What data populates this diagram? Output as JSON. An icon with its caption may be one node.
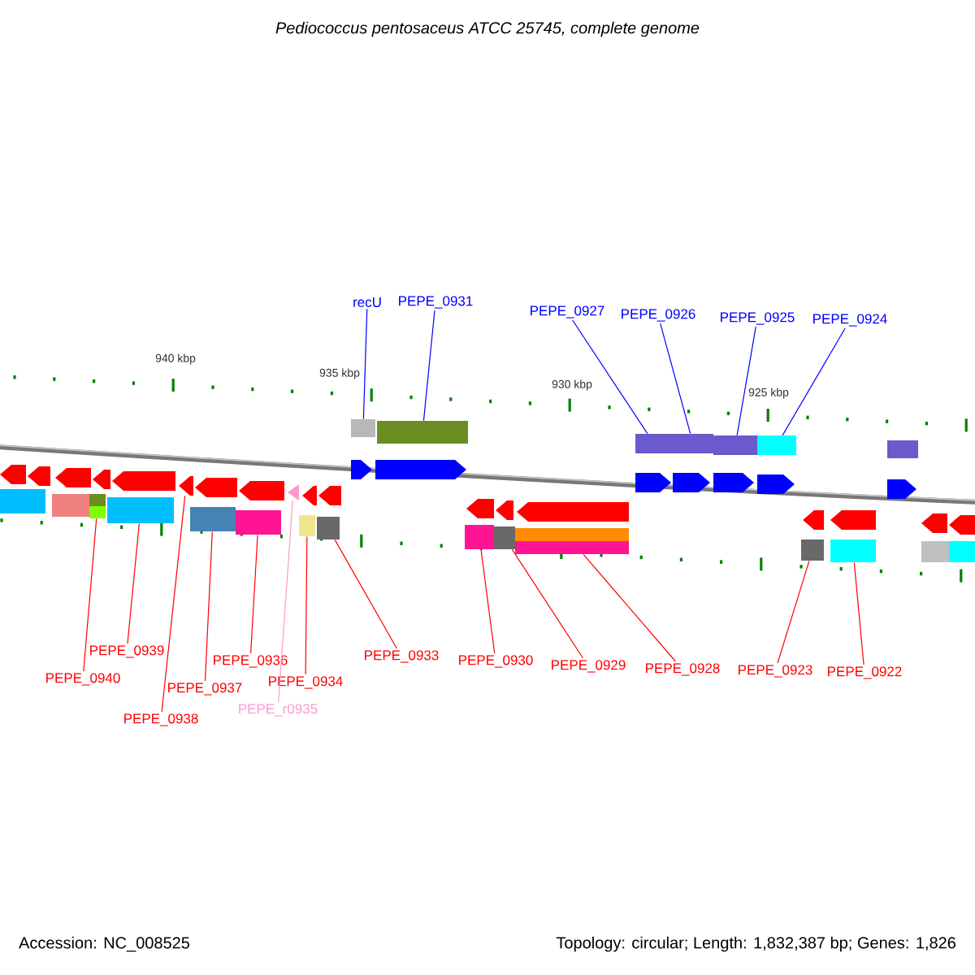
{
  "diagram": {
    "title": "Pediococcus pentosaceus ATCC 25745, complete genome",
    "nodes": [
      {
        "text": [
          "recU"
        ]
      },
      {
        "text": [
          "PEPE_0931"
        ]
      },
      {
        "text": [
          "PEPE_0927"
        ]
      },
      {
        "text": [
          "PEPE_0926"
        ]
      },
      {
        "text": [
          "PEPE_0925"
        ]
      },
      {
        "text": [
          "PEPE_0924"
        ]
      },
      {
        "text": [
          "PEPE_0940"
        ]
      },
      {
        "text": [
          "PEPE_0939"
        ]
      },
      {
        "text": [
          "PEPE_0938"
        ]
      },
      {
        "text": [
          "PEPE_0937"
        ]
      },
      {
        "text": [
          "PEPE_0936"
        ]
      },
      {
        "text": [
          "PEPE_r0935"
        ]
      },
      {
        "text": [
          "PEPE_0934"
        ]
      },
      {
        "text": [
          "PEPE_0933"
        ]
      },
      {
        "text": [
          "PEPE_0930"
        ]
      },
      {
        "text": [
          "PEPE_0929"
        ]
      },
      {
        "text": [
          "PEPE_0928"
        ]
      },
      {
        "text": [
          "PEPE_0923"
        ]
      },
      {
        "text": [
          "PEPE_0922"
        ]
      },
      {
        "text": [],
        "shape": "box"
      },
      {
        "text": [],
        "shape": "box"
      },
      {
        "text": [],
        "shape": "box"
      },
      {
        "text": [],
        "shape": "box"
      },
      {
        "text": [],
        "shape": "box"
      },
      {
        "text": [],
        "shape": "box"
      },
      {
        "text": [],
        "shape": "box"
      },
      {
        "text": [],
        "shape": "box"
      },
      {
        "text": [],
        "shape": "arrow"
      },
      {
        "text": [],
        "shape": "box"
      },
      {
        "text": [],
        "shape": "box"
      },
      {
        "text": [],
        "shape": "arrow"
      },
      {
        "text": [],
        "shape": "box"
      },
      {
        "text": [],
        "shape": "box"
      },
      {
        "text": [],
        "shape": "box"
      },
      {
        "text": [],
        "shape": "box"
      },
      {
        "text": [],
        "shape": "box"
      },
      {
        "text": [],
        "shape": "box"
      },
      {
        "text": [],
        "shape": "box"
      }
    ],
    "edges": [
      {
        "from": 0,
        "to": 19,
        "arrow": "none",
        "color": "#0000ff"
      },
      {
        "from": 1,
        "to": 20,
        "arrow": "none",
        "color": "#0000ff"
      },
      {
        "from": 2,
        "to": 21,
        "arrow": "none",
        "color": "#0000ff"
      },
      {
        "from": 3,
        "to": 22,
        "arrow": "none",
        "color": "#0000ff"
      },
      {
        "from": 4,
        "to": 23,
        "arrow": "none",
        "color": "#0000ff"
      },
      {
        "from": 5,
        "to": 24,
        "arrow": "none",
        "color": "#0000ff"
      },
      {
        "from": 6,
        "to": 25,
        "arrow": "none"
      },
      {
        "from": 7,
        "to": 26,
        "arrow": "none"
      },
      {
        "from": 8,
        "to": 27,
        "arrow": "none"
      },
      {
        "from": 9,
        "to": 28,
        "arrow": "none"
      },
      {
        "from": 10,
        "to": 29,
        "arrow": "none"
      },
      {
        "from": 11,
        "to": 30,
        "arrow": "none",
        "color": "#ff99cc"
      },
      {
        "from": 12,
        "to": 31,
        "arrow": "none"
      },
      {
        "from": 13,
        "to": 32,
        "arrow": "none"
      },
      {
        "from": 14,
        "to": 33,
        "arrow": "none"
      },
      {
        "from": 15,
        "to": 34,
        "arrow": "none"
      },
      {
        "from": 16,
        "to": 35,
        "arrow": "none"
      },
      {
        "from": 17,
        "to": 36,
        "arrow": "none"
      },
      {
        "from": 18,
        "to": 37,
        "arrow": "none"
      }
    ],
    "labels": [
      "940 kbp",
      "935 kbp",
      "930 kbp",
      "925 kbp",
      "Accession: NC_008525",
      "Topology: circular; Length: 1,832,387 bp; Genes: 1,826"
    ]
  }
}
